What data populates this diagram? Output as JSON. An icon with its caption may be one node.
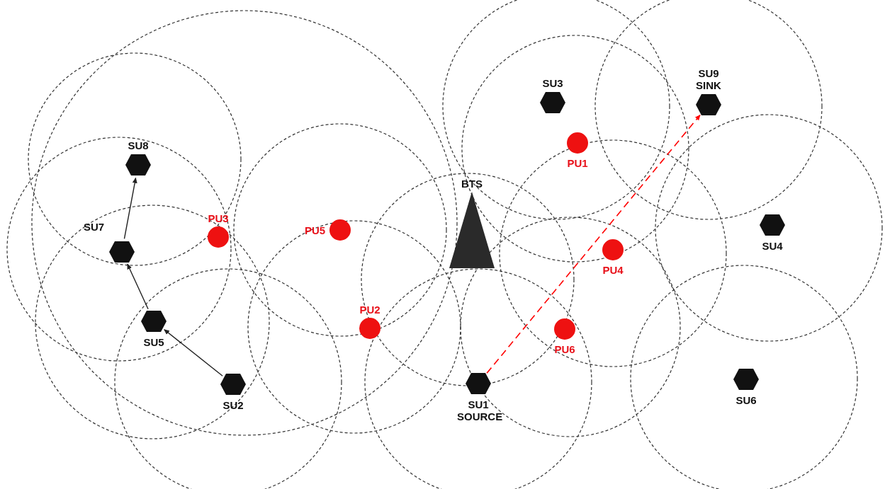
{
  "diagram": {
    "nodes": [
      {
        "text": [
          "SU3"
        ]
      },
      {
        "text": [
          "SU9 SINK"
        ]
      },
      {
        "text": [
          "PU1"
        ]
      },
      {
        "text": [
          "SU8"
        ]
      },
      {
        "text": [
          "BTS"
        ]
      },
      {
        "text": [
          "PU3"
        ]
      },
      {
        "text": [
          "PU5"
        ]
      },
      {
        "text": [
          "SU4"
        ]
      },
      {
        "text": [
          "SU7"
        ]
      },
      {
        "text": [
          "PU4"
        ]
      },
      {
        "text": [
          "PU2"
        ]
      },
      {
        "text": [
          "SU5"
        ]
      },
      {
        "text": [
          "PU6"
        ]
      },
      {
        "text": [
          "SU2"
        ]
      },
      {
        "text": [
          "SU1 SOURCE"
        ]
      },
      {
        "text": [
          "SU6"
        ]
      }
    ],
    "edges": [
      {
        "from": 13,
        "to": 11,
        "arrow": "to"
      },
      {
        "from": 11,
        "to": 8,
        "arrow": "to"
      },
      {
        "from": 8,
        "to": 3,
        "arrow": "to"
      },
      {
        "from": 14,
        "to": 1,
        "arrow": "to",
        "style": "dashed",
        "color": "#ff0000"
      }
    ]
  }
}
